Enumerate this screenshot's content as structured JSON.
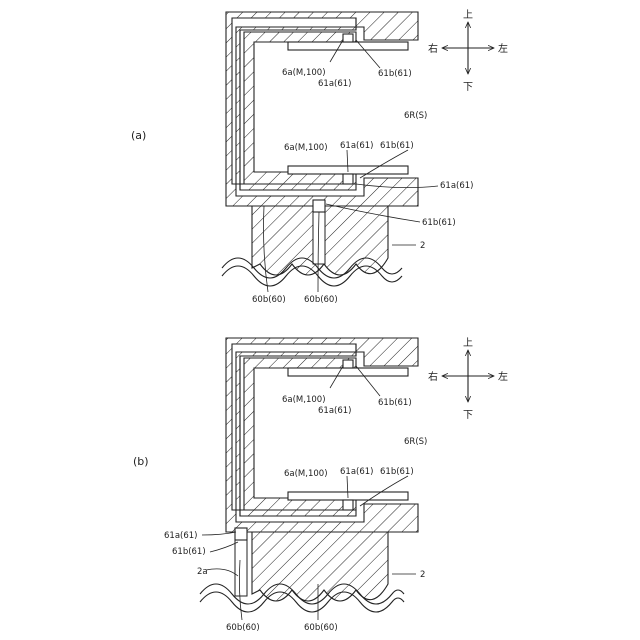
{
  "panels": {
    "a": {
      "label": "(a)",
      "dirs": {
        "up": "上",
        "down": "下",
        "right": "右",
        "left": "左"
      },
      "labels": {
        "top_6a": "6a(M,100)",
        "top_61a": "61a(61)",
        "top_61b": "61b(61)",
        "center_6r": "6R(S)",
        "bot_6a": "6a(M,100)",
        "bot_61a": "61a(61)",
        "bot_61b": "61b(61)",
        "side_61a": "61a(61)",
        "side_61b": "61b(61)",
        "ref_2": "2",
        "lead_60b_1": "60b(60)",
        "lead_60b_2": "60b(60)"
      }
    },
    "b": {
      "label": "(b)",
      "dirs": {
        "up": "上",
        "down": "下",
        "right": "右",
        "left": "左"
      },
      "labels": {
        "top_6a": "6a(M,100)",
        "top_61a": "61a(61)",
        "top_61b": "61b(61)",
        "center_6r": "6R(S)",
        "bot_6a": "6a(M,100)",
        "bot_61a": "61a(61)",
        "bot_61b": "61b(61)",
        "side_61a": "61a(61)",
        "side_61b": "61b(61)",
        "ref_2a": "2a",
        "ref_2": "2",
        "lead_60b_1": "60b(60)",
        "lead_60b_2": "60b(60)"
      }
    }
  },
  "colors": {
    "line": "#222222",
    "background": "#ffffff"
  },
  "icons": {
    "direction_indicator": "four-way-arrow-icon"
  }
}
